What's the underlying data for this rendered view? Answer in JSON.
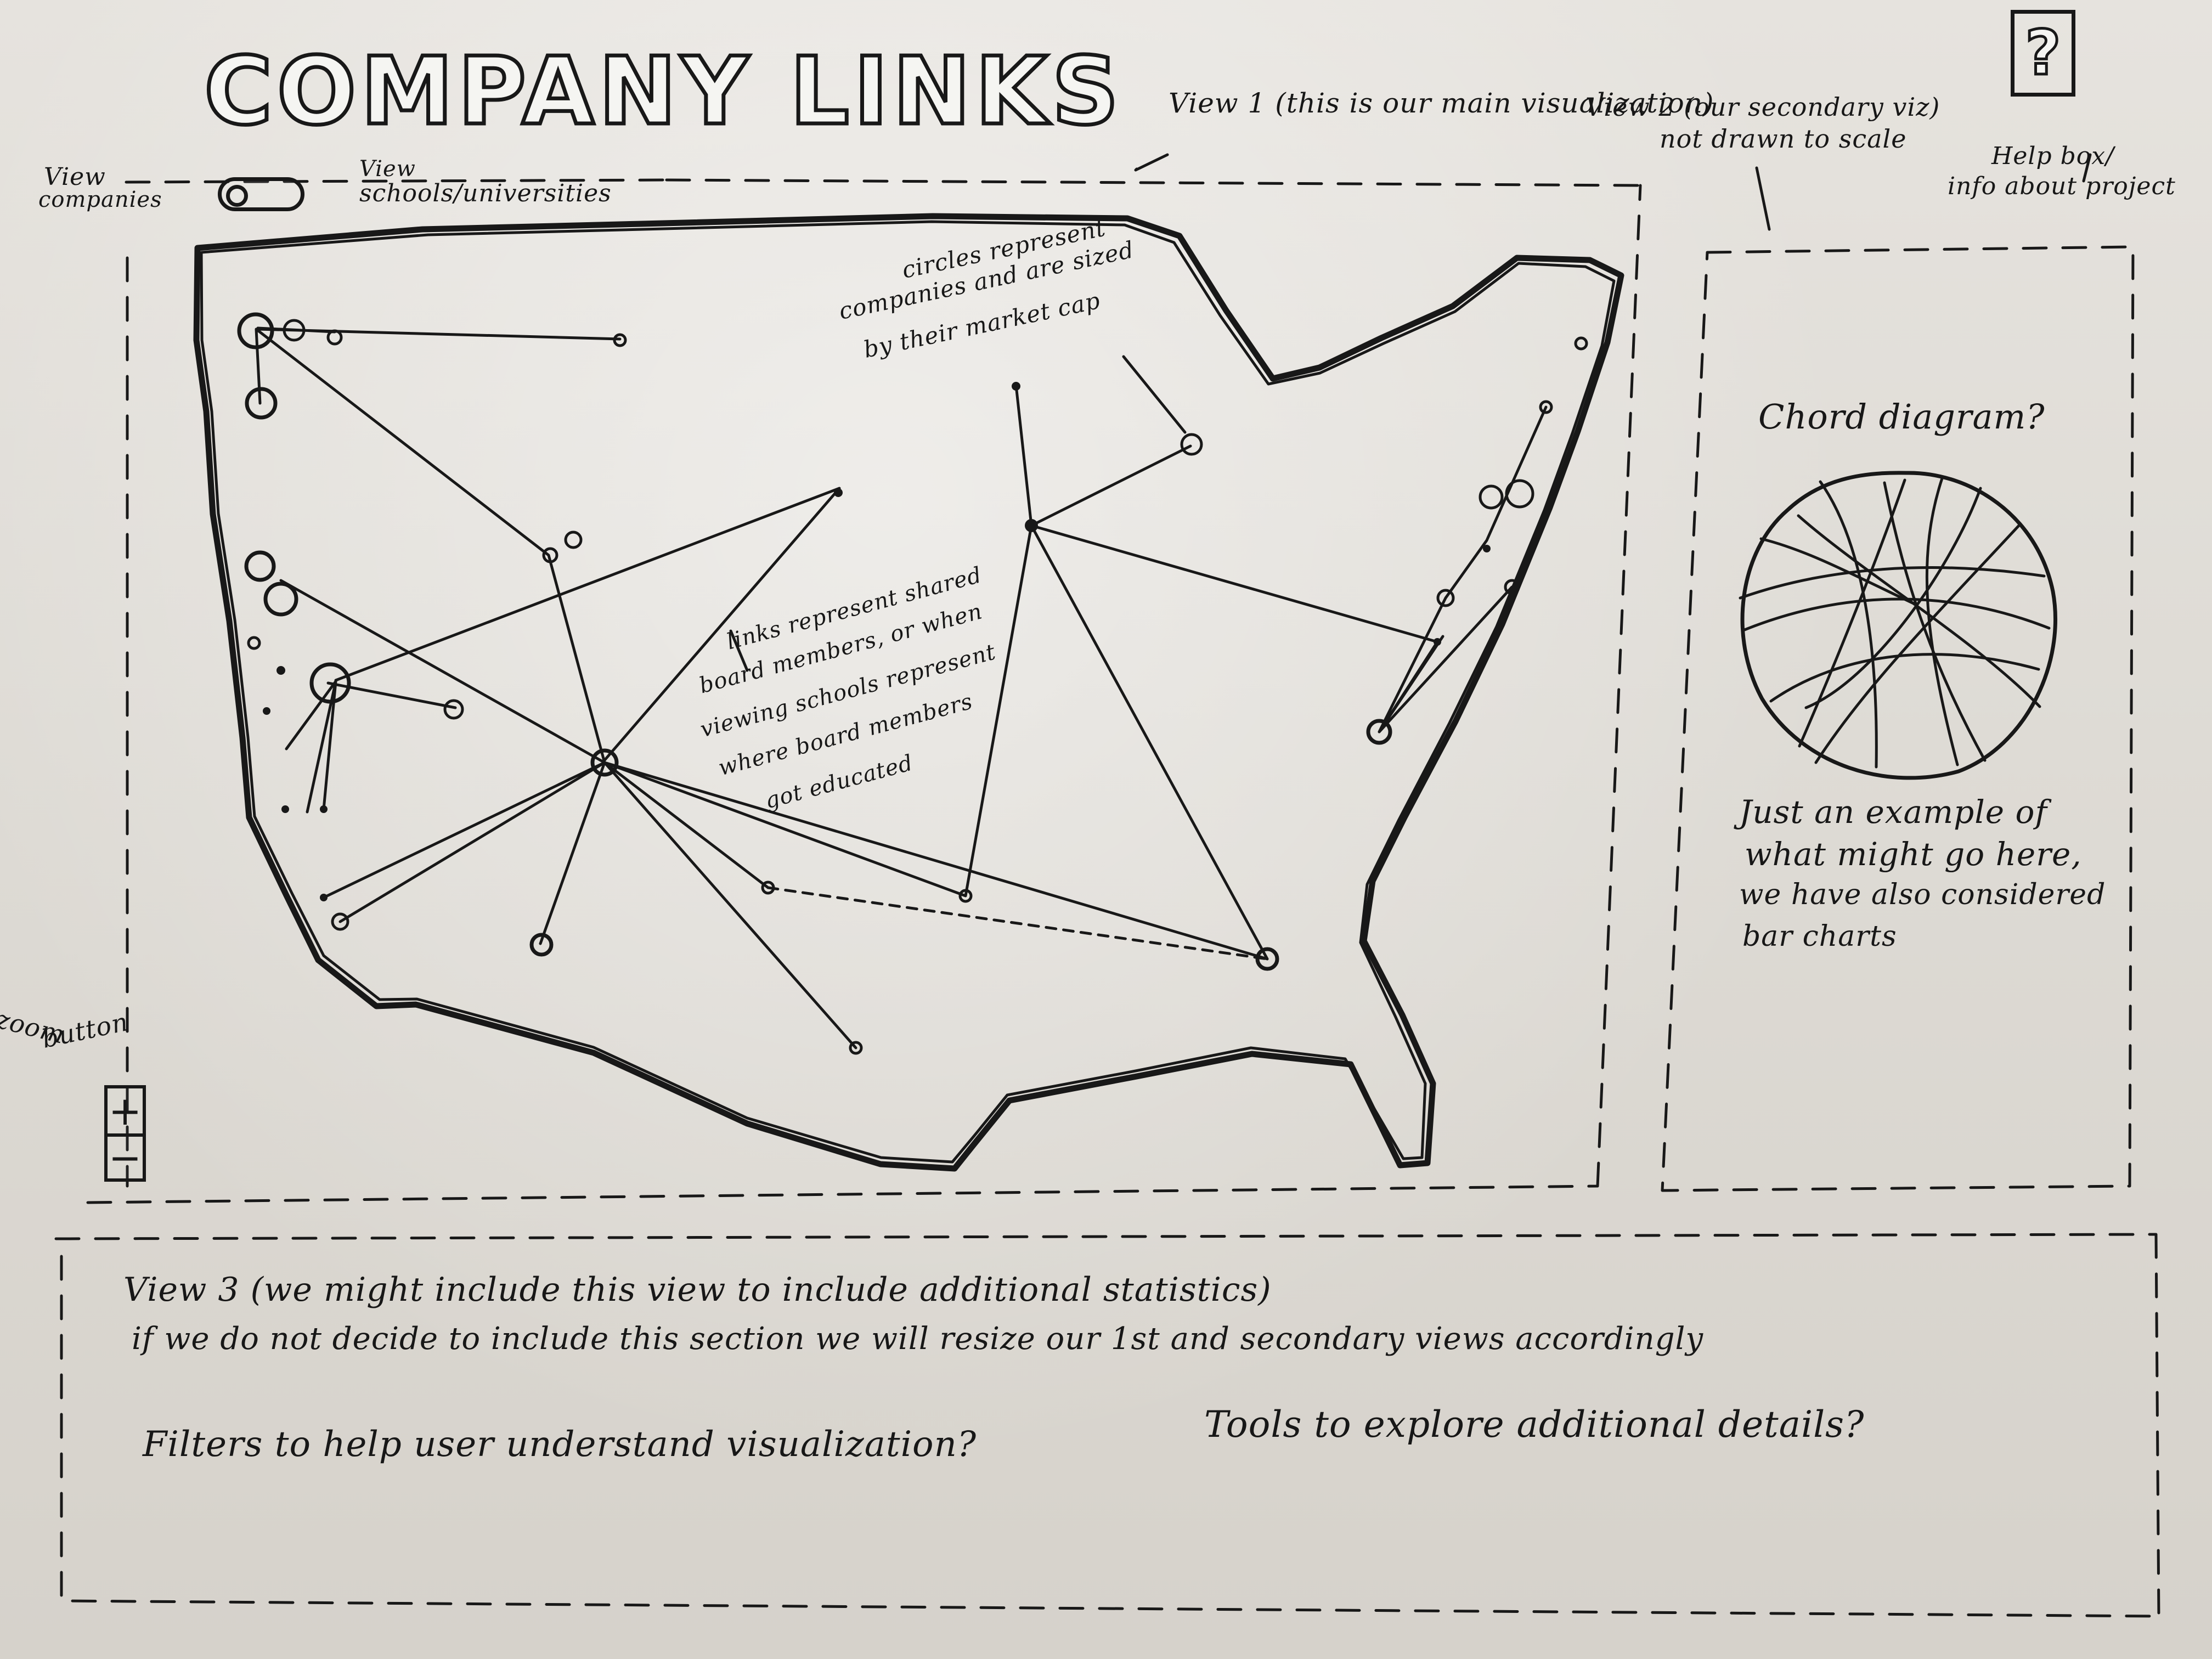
{
  "app": {
    "title": "COMPANY LINKS",
    "help_icon": "question-mark-icon"
  },
  "toggle": {
    "left_label_line1": "View",
    "left_label_line2": "companies",
    "right_label_line1": "View",
    "right_label_line2": "schools/universities"
  },
  "views": {
    "view1": {
      "label": "View 1 (this is our main visualization)"
    },
    "view2": {
      "label_line1": "View 2 (our secondary viz)",
      "label_line2": "not drawn to scale",
      "chart_question": "Chord diagram?",
      "note_line1": "Just an example of",
      "note_line2": "what might go here,",
      "note_line3": "we have also considered",
      "note_line4": "bar charts"
    },
    "view3": {
      "line1": "View 3 (we might include this view to include additional statistics)",
      "line2": "if we do not decide to include this section we will resize our 1st and secondary views accordingly",
      "filters": "Filters to help user understand visualization?",
      "tools": "Tools to explore additional details?"
    }
  },
  "annotations": {
    "help_line1": "Help box/",
    "help_line2": "info about project",
    "circles_line1": "circles represent",
    "circles_line2": "companies and are sized",
    "circles_line3": "by their market cap",
    "links_line1": "links represent shared",
    "links_line2": "board members, or when",
    "links_line3": "viewing schools represent",
    "links_line4": "where board members",
    "links_line5": "got educated",
    "zoom_line1": "zoom",
    "zoom_line2": "button"
  },
  "zoom": {
    "plus": "+",
    "minus": "−"
  }
}
